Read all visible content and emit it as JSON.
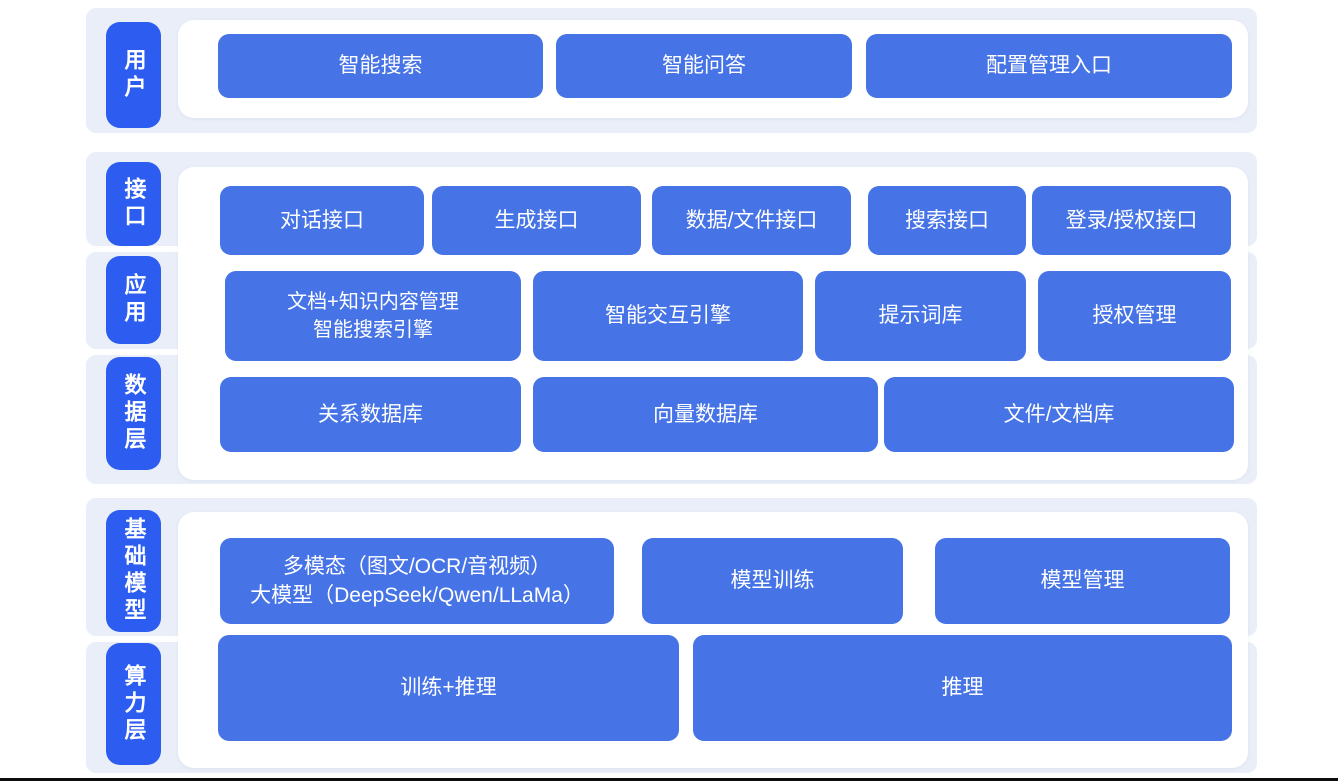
{
  "colors": {
    "band_bg": "#e9eef8",
    "panel_bg": "#ffffff",
    "pill_blue": "#2c5cf0",
    "node_blue": "#4674e6",
    "text_white": "#ffffff",
    "bottom_line": "#0c0c0c"
  },
  "sections": {
    "user": {
      "label": "用户",
      "boxes": {
        "search": "智能搜索",
        "qa": "智能问答",
        "config": "配置管理入口"
      }
    },
    "api": {
      "label": "接口",
      "boxes": {
        "dialog": "对话接口",
        "generate": "生成接口",
        "datafile": "数据/文件接口",
        "search": "搜索接口",
        "auth": "登录/授权接口"
      }
    },
    "app": {
      "label": "应用",
      "boxes": {
        "doc": "文档+知识内容管理\n智能搜索引擎",
        "interact": "智能交互引擎",
        "prompt": "提示词库",
        "authz": "授权管理"
      }
    },
    "data": {
      "label": "数据层",
      "boxes": {
        "rdb": "关系数据库",
        "vdb": "向量数据库",
        "filedb": "文件/文档库"
      }
    },
    "model": {
      "label": "基础模型",
      "boxes": {
        "multimodal": "多模态（图文/OCR/音视频）\n大模型（DeepSeek/Qwen/LLaMa）",
        "training": "模型训练",
        "management": "模型管理"
      }
    },
    "compute": {
      "label": "算力层",
      "boxes": {
        "train_infer": "训练+推理",
        "infer": "推理"
      }
    }
  }
}
